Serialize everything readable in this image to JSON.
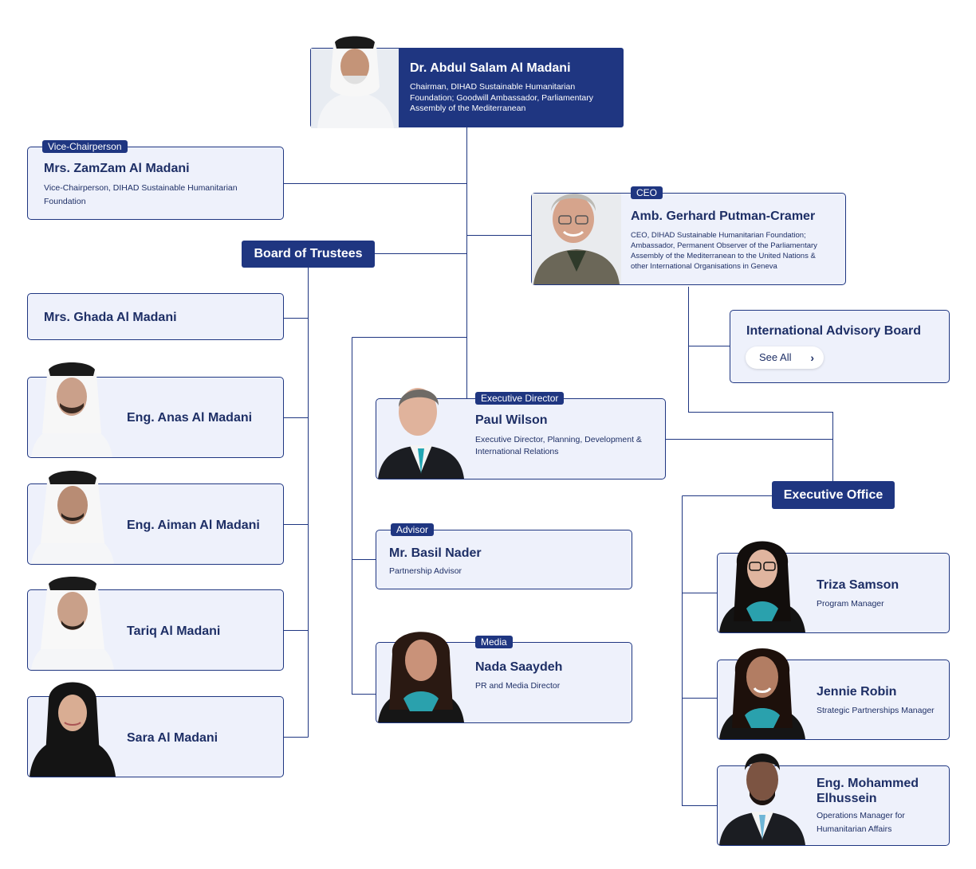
{
  "chairman": {
    "name": "Dr. Abdul Salam Al Madani",
    "desc": "Chairman, DIHAD Sustainable Humanitarian Foundation; Goodwill Ambassador, Parliamentary Assembly of the Mediterranean"
  },
  "vice_chair": {
    "tag": "Vice-Chairperson",
    "name": "Mrs. ZamZam Al Madani",
    "desc": "Vice-Chairperson, DIHAD Sustainable Humanitarian Foundation"
  },
  "ceo": {
    "tag": "CEO",
    "name": "Amb. Gerhard Putman-Cramer",
    "desc": "CEO, DIHAD Sustainable Humanitarian Foundation; Ambassador, Permanent Observer of the Parliamentary Assembly of the Mediterranean to the United Nations & other International Organisations in Geneva"
  },
  "board_of_trustees": {
    "title": "Board of Trustees",
    "members": [
      {
        "name": "Mrs. Ghada Al Madani"
      },
      {
        "name": "Eng. Anas Al Madani"
      },
      {
        "name": "Eng. Aiman Al Madani"
      },
      {
        "name": "Tariq Al Madani"
      },
      {
        "name": "Sara Al Madani"
      }
    ]
  },
  "advisory_board": {
    "title": "International Advisory Board",
    "button": "See All"
  },
  "executive_director": {
    "tag": "Executive Director",
    "name": "Paul Wilson",
    "desc": "Executive Director, Planning, Development & International Relations"
  },
  "advisor": {
    "tag": "Advisor",
    "name": "Mr. Basil Nader",
    "desc": "Partnership Advisor"
  },
  "media": {
    "tag": "Media",
    "name": "Nada Saaydeh",
    "desc": "PR and Media Director"
  },
  "executive_office": {
    "title": "Executive Office",
    "members": [
      {
        "name": "Triza Samson",
        "desc": "Program Manager"
      },
      {
        "name": "Jennie Robin",
        "desc": "Strategic Partnerships Manager"
      },
      {
        "name": "Eng. Mohammed Elhussein",
        "desc": "Operations Manager for Humanitarian Affairs"
      }
    ]
  },
  "colors": {
    "primary": "#1f3681",
    "card_bg": "#eef1fb",
    "text": "#1e2f66"
  }
}
